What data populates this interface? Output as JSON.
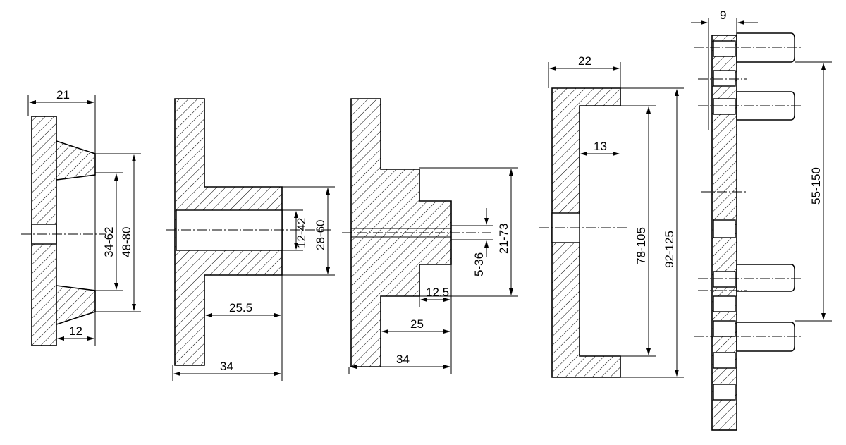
{
  "parts": [
    {
      "name": "flange-cone",
      "dims": {
        "width": "21",
        "cone_length": "12",
        "inner_dia": "34-62",
        "outer_dia": "48-80"
      }
    },
    {
      "name": "flange-tube",
      "dims": {
        "tube_length": "25.5",
        "total_length": "34",
        "bore": "12-42",
        "outer_dia": "28-60"
      }
    },
    {
      "name": "flange-threaded",
      "dims": {
        "body_length": "25",
        "total_length": "34",
        "nub_length": "12.5",
        "bore": "5-36",
        "outer_dia": "21-73"
      }
    },
    {
      "name": "cup",
      "dims": {
        "depth": "22",
        "wall": "13",
        "inner_dia": "78-105",
        "outer_dia": "92-125"
      }
    },
    {
      "name": "pin-plate",
      "dims": {
        "thickness": "9",
        "pin_spacing": "55-150"
      }
    }
  ]
}
